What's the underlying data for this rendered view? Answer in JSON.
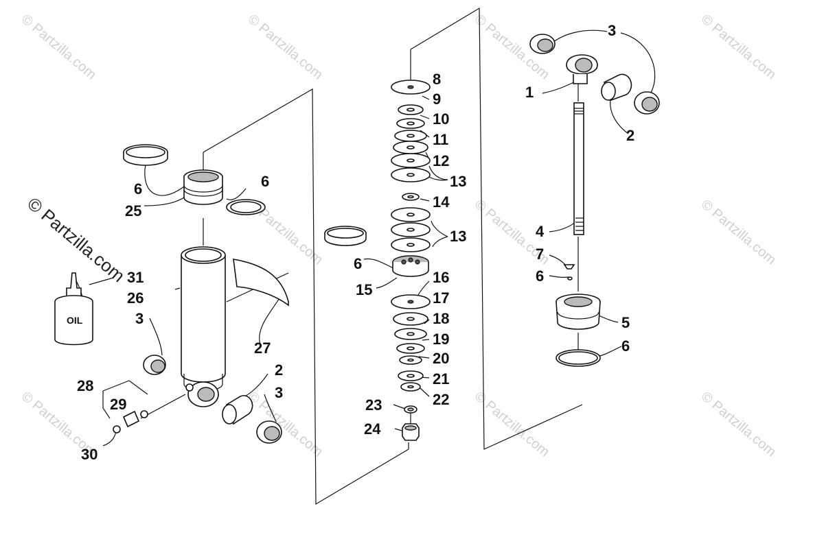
{
  "watermark": {
    "text": "© Partzilla.com",
    "main_text": "© Partzilla.com"
  },
  "bottle": {
    "label": "OIL"
  },
  "callouts": {
    "c1": "1",
    "c2a": "2",
    "c2b": "2",
    "c3a": "3",
    "c3b": "3",
    "c3c": "3",
    "c4": "4",
    "c5": "5",
    "c6a": "6",
    "c6b": "6",
    "c6c": "6",
    "c6d": "6",
    "c6e": "6",
    "c7": "7",
    "c8": "8",
    "c9": "9",
    "c10": "10",
    "c11": "11",
    "c12": "12",
    "c13a": "13",
    "c13b": "13",
    "c14": "14",
    "c15": "15",
    "c16": "16",
    "c17": "17",
    "c18": "18",
    "c19": "19",
    "c20": "20",
    "c21": "21",
    "c22": "22",
    "c23": "23",
    "c24": "24",
    "c25": "25",
    "c26": "26",
    "c27": "27",
    "c28": "28",
    "c29": "29",
    "c30": "30",
    "c31": "31"
  }
}
